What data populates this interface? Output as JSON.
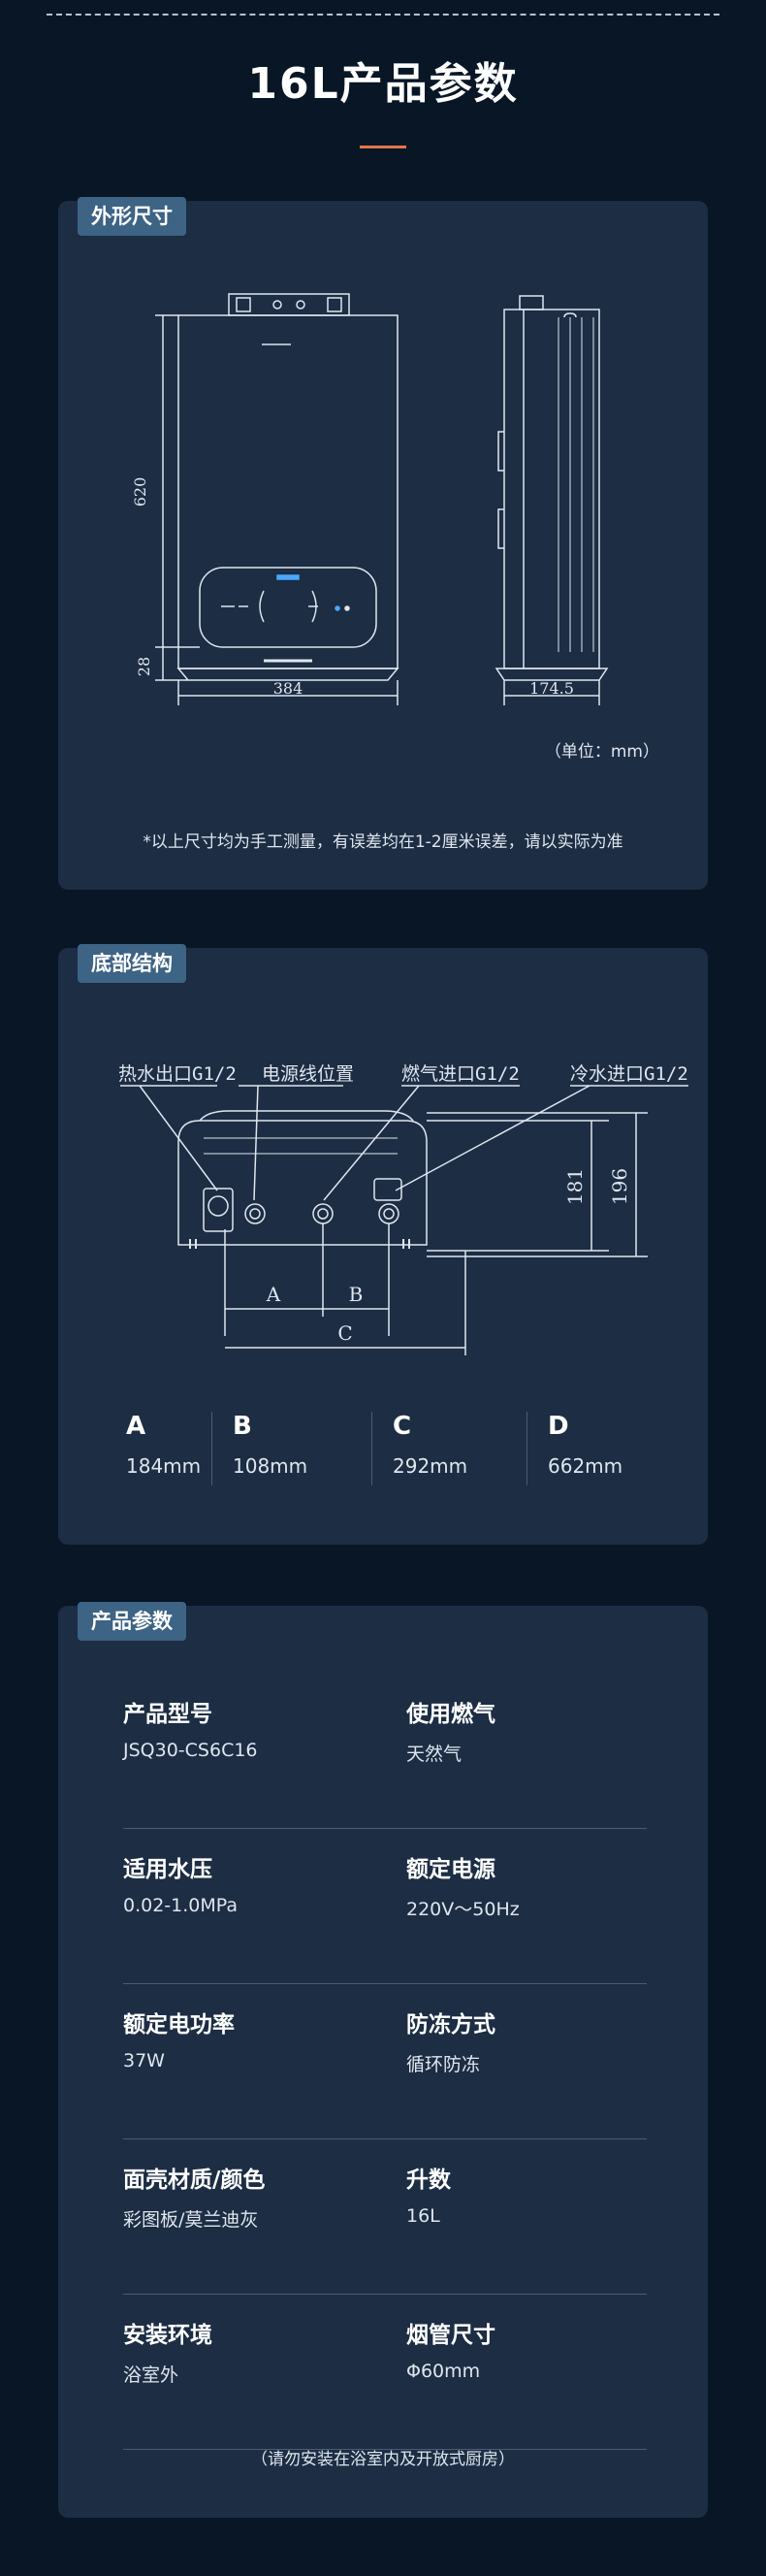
{
  "page": {
    "title": "16L产品参数"
  },
  "dimensions_section": {
    "tag": "外形尺寸",
    "labels": {
      "height": "620",
      "bottom": "28",
      "width": "384",
      "depth": "174.5"
    },
    "unit_note": "（单位：mm）",
    "foot_note": "*以上尺寸均为手工测量，有误差均在1-2厘米误差，请以实际为准"
  },
  "bottom_section": {
    "tag": "底部结构",
    "callouts": {
      "hot_out": "热水出口G1/2",
      "power": "电源线位置",
      "gas_in": "燃气进口G1/2",
      "cold_in": "冷水进口G1/2"
    },
    "labels": {
      "a": "A",
      "b": "B",
      "c": "C",
      "h181": "181",
      "h196": "196"
    },
    "dims": [
      {
        "letter": "A",
        "value": "184mm"
      },
      {
        "letter": "B",
        "value": "108mm"
      },
      {
        "letter": "C",
        "value": "292mm"
      },
      {
        "letter": "D",
        "value": "662mm"
      }
    ]
  },
  "params_section": {
    "tag": "产品参数",
    "rows": [
      [
        {
          "label": "产品型号",
          "value": "JSQ30-CS6C16"
        },
        {
          "label": "使用燃气",
          "value": "天然气"
        }
      ],
      [
        {
          "label": "适用水压",
          "value": "0.02-1.0MPa"
        },
        {
          "label": "额定电源",
          "value": "220V～50Hz"
        }
      ],
      [
        {
          "label": "额定电功率",
          "value": "37W"
        },
        {
          "label": "防冻方式",
          "value": "循环防冻"
        }
      ],
      [
        {
          "label": "面壳材质/颜色",
          "value": "彩图板/莫兰迪灰"
        },
        {
          "label": "升数",
          "value": "16L"
        }
      ],
      [
        {
          "label": "安装环境",
          "value": "浴室外"
        },
        {
          "label": "烟管尺寸",
          "value": "Φ60mm"
        }
      ]
    ],
    "note": "（请勿安装在浴室内及开放式厨房）"
  },
  "colors": {
    "background": "#081626",
    "card": "#1c2d44",
    "tag": "#3d6385",
    "accent": "#e0764a",
    "line": "#dfe6ee"
  }
}
